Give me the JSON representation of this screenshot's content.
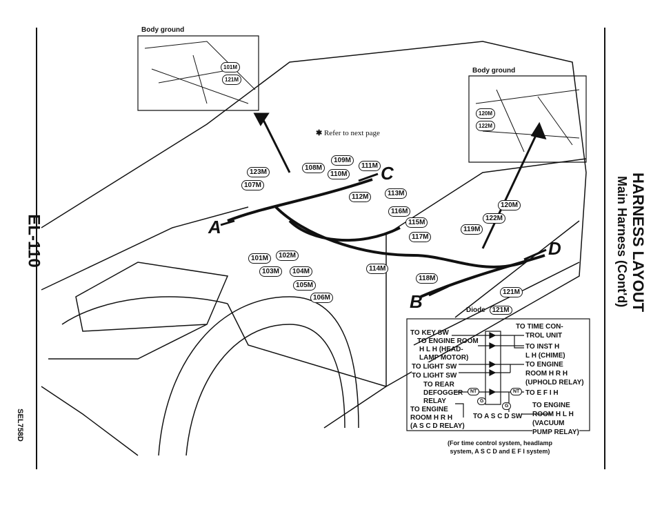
{
  "page_number": "EL-110",
  "figure_code": "SEL758D",
  "section_title": "HARNESS LAYOUT",
  "section_subtitle": "Main Harness (Cont'd)",
  "labels": {
    "body_ground_left": "Body ground",
    "body_ground_right": "Body ground",
    "refer_next_page": "Refer to next page",
    "asterisk": "✱"
  },
  "connectors": [
    "123M",
    "107M",
    "108M",
    "109M",
    "110M",
    "111M",
    "112M",
    "113M",
    "116M",
    "115M",
    "117M",
    "119M",
    "122M",
    "120M",
    "101M",
    "102M",
    "103M",
    "104M",
    "105M",
    "106M",
    "114M",
    "118M",
    "121M"
  ],
  "inset_connectors_left": [
    "101M",
    "121M"
  ],
  "inset_connectors_right": [
    "120M",
    "122M"
  ],
  "arrows": [
    "A",
    "B",
    "C",
    "D"
  ],
  "diode": {
    "title": "Diode",
    "connector": "121M",
    "left": [
      "TO KEY SW",
      "TO ENGINE ROOM",
      "H L H  (HEAD-",
      "LAMP MOTOR)",
      "TO LIGHT SW",
      "TO LIGHT SW",
      "TO REAR",
      "DEFOGGER",
      "RELAY",
      "TO ENGINE",
      "ROOM H R H",
      "(A S C D  RELAY)"
    ],
    "right": [
      "TO TIME CON-",
      "TROL UNIT",
      "TO INST H",
      "L H  (CHIME)",
      "TO ENGINE",
      "ROOM H R H",
      "(UPHOLD RELAY)",
      "TO E F I  H",
      "TO ENGINE",
      "ROOM H L H",
      "(VACUUM",
      "PUMP RELAY)"
    ],
    "bottom": "TO A S C D  SW",
    "nt": "NT",
    "g": "G",
    "caption_1": "(For time control system, headlamp",
    "caption_2": "system, A S C D  and E F I  system)"
  }
}
